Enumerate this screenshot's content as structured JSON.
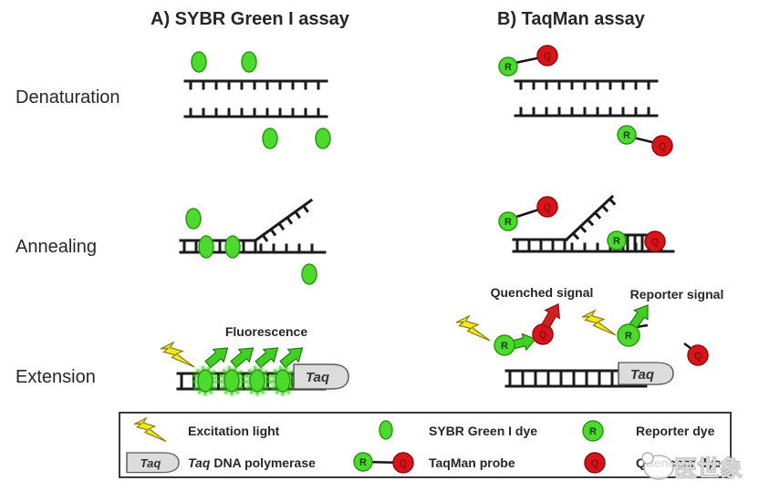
{
  "titles": {
    "panel_a": "A) SYBR Green I assay",
    "panel_b": "B) TaqMan assay"
  },
  "stages": {
    "denaturation": "Denaturation",
    "annealing": "Annealing",
    "extension": "Extension"
  },
  "annotations": {
    "fluorescence": "Fluorescence",
    "quenched_signal": "Quenched signal",
    "reporter_signal": "Reporter signal"
  },
  "glyphs": {
    "taq": "Taq",
    "reporter": "R",
    "quencher": "Q"
  },
  "legend": {
    "rows": [
      [
        {
          "icon": "lightning-bolt-icon",
          "label": "Excitation light"
        },
        {
          "icon": "green-dye-icon",
          "label": "SYBR Green I dye"
        },
        {
          "icon": "reporter-circle-icon",
          "label": "Reporter dye"
        }
      ],
      [
        {
          "icon": "taq-polymerase-icon",
          "label_italic": "Taq",
          "label": "DNA polymerase"
        },
        {
          "icon": "taqman-probe-icon",
          "label": "TaqMan probe"
        },
        {
          "icon": "quencher-circle-icon",
          "label": "Quencher dye"
        }
      ]
    ]
  },
  "watermark": {
    "text": "医世象"
  },
  "colors": {
    "dye_green": "#4cdb2c",
    "dye_green_border": "#27990f",
    "dye_red": "#d81418",
    "dye_red_border": "#96090c",
    "bolt_yellow": "#f6e81e",
    "taq_gray": "#dcdcdc",
    "strand_black": "#1b1b1b",
    "text_dark": "#262626",
    "arrow_green": "#41cf22",
    "arrow_red": "#cf1f1f"
  }
}
